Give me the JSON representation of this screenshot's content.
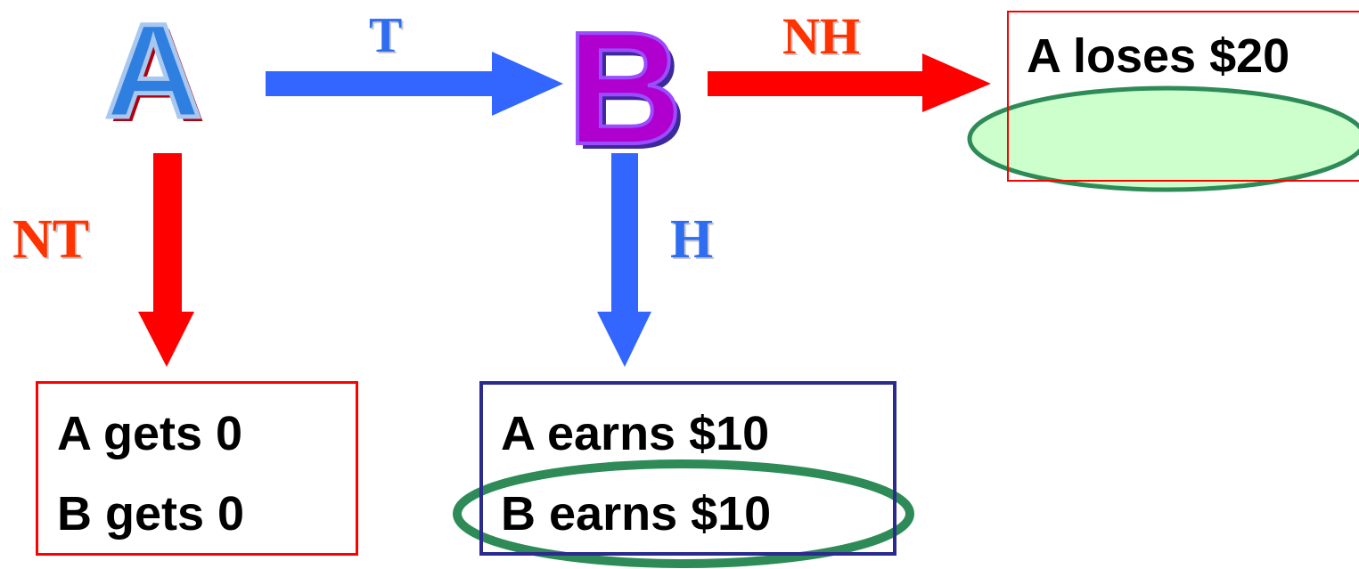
{
  "nodes": {
    "a_label": "A",
    "b_label": "B"
  },
  "edges": {
    "t_label": "T",
    "nh_label": "NH",
    "nt_label": "NT",
    "h_label": "H"
  },
  "outcomes": {
    "nh": {
      "line1": "A loses $20"
    },
    "nt": {
      "line1": "A gets 0",
      "line2": "B gets 0"
    },
    "h": {
      "line1": "A earns $10",
      "line2": "B earns $10"
    }
  },
  "colors": {
    "trust_arrow": "#3366ff",
    "no_trust_arrow": "#ff0000",
    "highlight_ellipse": "#2e8b57",
    "highlight_fill": "#ccffcc"
  }
}
